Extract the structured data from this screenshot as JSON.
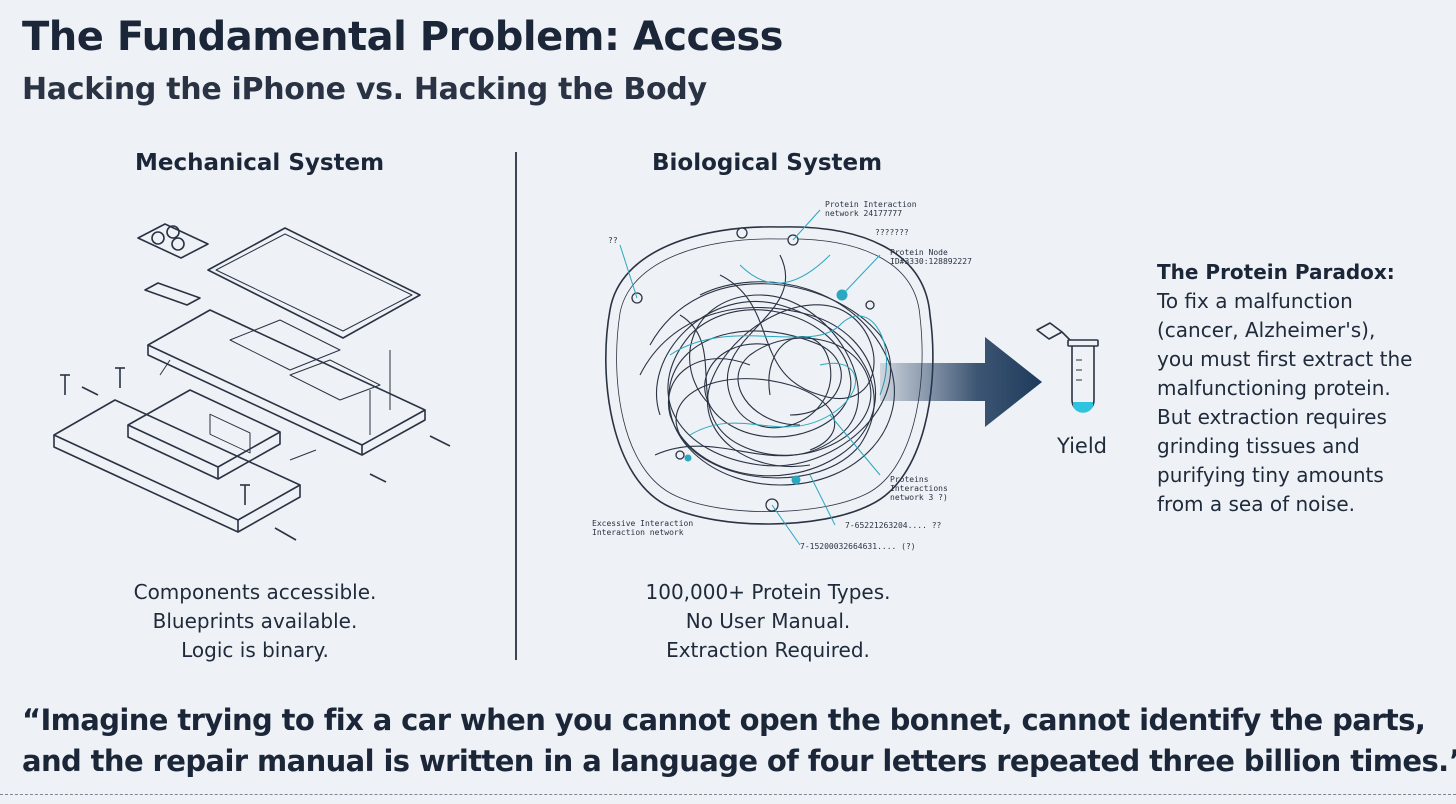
{
  "header": {
    "title": "The Fundamental Problem: Access",
    "subtitle": "Hacking the iPhone vs. Hacking the Body"
  },
  "left_panel": {
    "heading": "Mechanical System",
    "caption": [
      "Components accessible.",
      "Blueprints available.",
      "Logic is binary."
    ]
  },
  "middle_panel": {
    "heading": "Biological System",
    "annotations": {
      "a1": "Protein Interaction",
      "a1b": "network 24177777",
      "a2": "???????",
      "a3": "Protein Node",
      "a3b": "ID#3330:128892227",
      "a4": "??",
      "a5": "Proteins",
      "a5b": "Interactions",
      "a5c": "network 3 ?)",
      "a6": "7-65221263204.... ??",
      "a7": "7-15200032664631.... (?)",
      "a8": "Excessive Interaction",
      "a8b": "Interaction network"
    },
    "caption": [
      "100,000+ Protein Types.",
      "No User Manual.",
      "Extraction Required."
    ]
  },
  "right_panel": {
    "yield_label": "Yield",
    "paradox_heading": "The Protein Paradox:",
    "paradox_lines": [
      "To fix a malfunction",
      "(cancer, Alzheimer's),",
      "you must first extract the",
      "malfunctioning protein.",
      "But extraction requires",
      "grinding tissues and",
      "purifying tiny amounts",
      "from a sea of noise."
    ]
  },
  "quote": {
    "line1": "“Imagine trying to fix a car when you cannot open the bonnet, cannot identify the parts,",
    "line2": "and the repair manual is written in a language of four letters repeated three billion times.”"
  },
  "colors": {
    "ink": "#1b2638",
    "accent_teal": "#2aa8bf",
    "arrow_dark": "#1e3a5c",
    "background": "#eef1f5"
  }
}
